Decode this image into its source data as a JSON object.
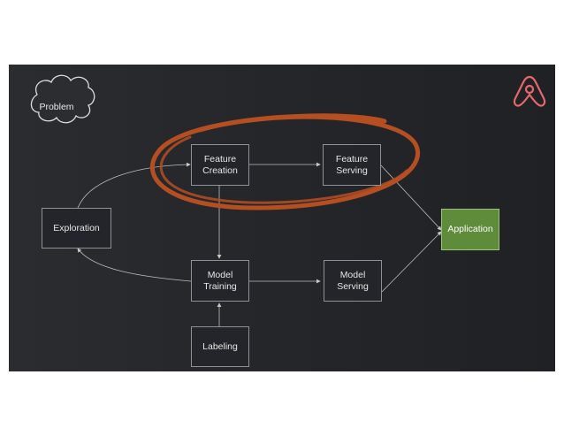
{
  "nodes": {
    "problem": "Problem",
    "feature_creation": "Feature\nCreation",
    "feature_serving": "Feature\nServing",
    "exploration": "Exploration",
    "application": "Application",
    "model_training": "Model\nTraining",
    "model_serving": "Model\nServing",
    "labeling": "Labeling"
  },
  "colors": {
    "background": "#25272b",
    "node_border": "#8e9196",
    "application_fill": "#5e8c3a",
    "highlight_circle": "#b54f22",
    "logo": "#e8676b"
  },
  "icons": [
    "cloud-icon",
    "airbnb-logo-icon"
  ]
}
